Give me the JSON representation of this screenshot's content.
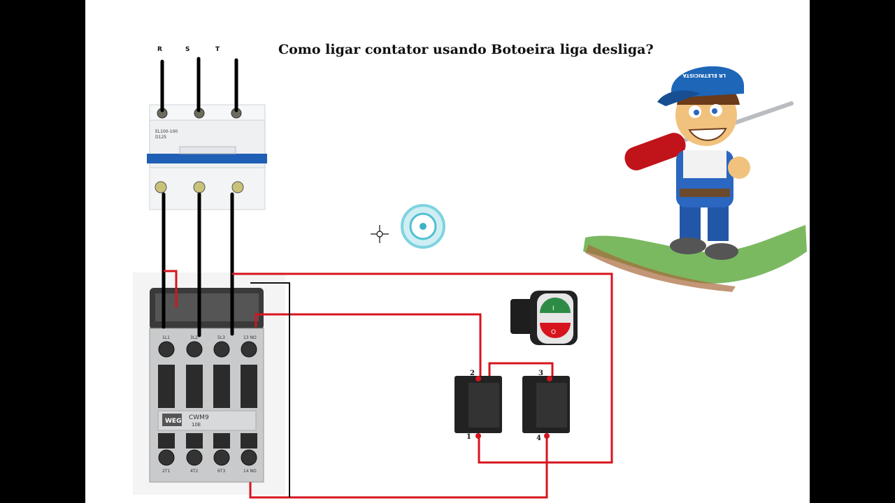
{
  "title": "Como ligar contator usando Botoeira liga desliga?",
  "phases": [
    "R",
    "S",
    "T"
  ],
  "breaker": {
    "brand_text": "EL100-100",
    "rating_text": "D125"
  },
  "contactor": {
    "brand": "WEG",
    "model": "CWM9",
    "model_sub": "10E",
    "top_terminals": [
      "1L1",
      "3L2",
      "5L3",
      "13 NO"
    ],
    "bottom_terminals": [
      "2T1",
      "4T2",
      "6T3",
      "14 NO"
    ]
  },
  "mascot": {
    "cap_text": "LR ELETRICISTA"
  },
  "push_buttons": {
    "green_symbol": "I",
    "red_symbol": "O"
  },
  "contact_blocks": {
    "left_top": "2",
    "left_bottom": "1",
    "right_top": "3",
    "right_bottom": "4"
  },
  "colors": {
    "wire_red": "#d7141e",
    "wire_black": "#000000",
    "breaker_blue": "#1f5fb5",
    "cap_blue": "#1e66b8"
  }
}
